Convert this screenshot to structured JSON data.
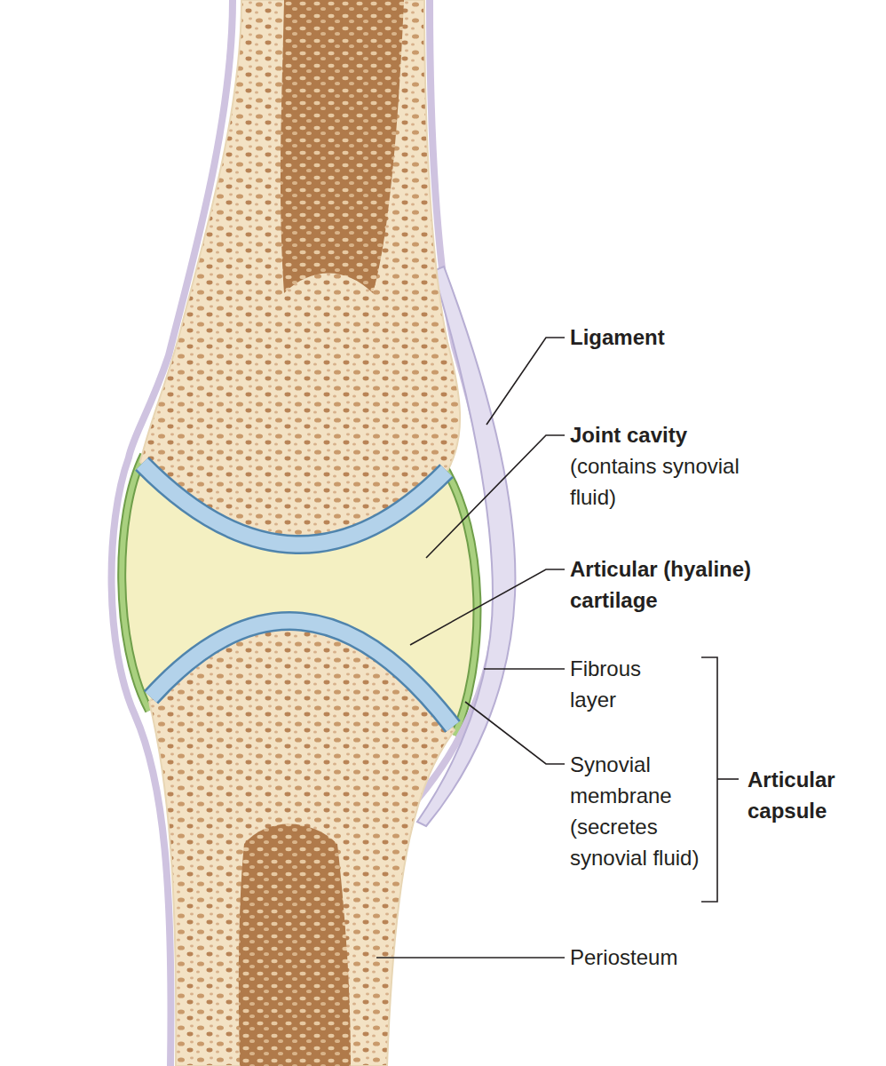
{
  "diagram": {
    "labels": [
      "Ligament",
      "Joint cavity",
      "(contains synovial fluid)",
      "Articular (hyaline) cartilage",
      "Fibrous layer",
      "Synovial membrane (secretes synovial fluid)",
      "Articular capsule",
      "Periosteum"
    ]
  }
}
